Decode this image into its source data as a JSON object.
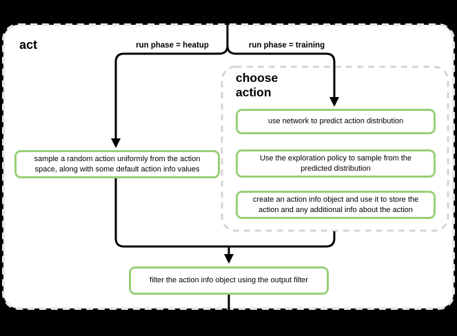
{
  "flowchart": {
    "title": "act",
    "branch_labels": {
      "heatup": "run phase = heatup",
      "training": "run phase = training"
    },
    "group_title": "choose action",
    "nodes": {
      "sample_random": "sample a random action uniformly from the action space, along with some default action info values",
      "predict": "use network to predict action distribution",
      "explore": "Use the exploration policy to sample from the predicted distribution",
      "create_info": "create an action info object and use it to store the action and any additional info about the action",
      "filter": "filter the action info object using the output filter"
    }
  },
  "colors": {
    "background": "#000000",
    "canvas_fill": "#ffffff",
    "canvas_dash": "#e8e8e8",
    "group_dash": "#d4d4d4",
    "node_border": "#97d077",
    "wire": "#000000",
    "text": "#000000"
  }
}
